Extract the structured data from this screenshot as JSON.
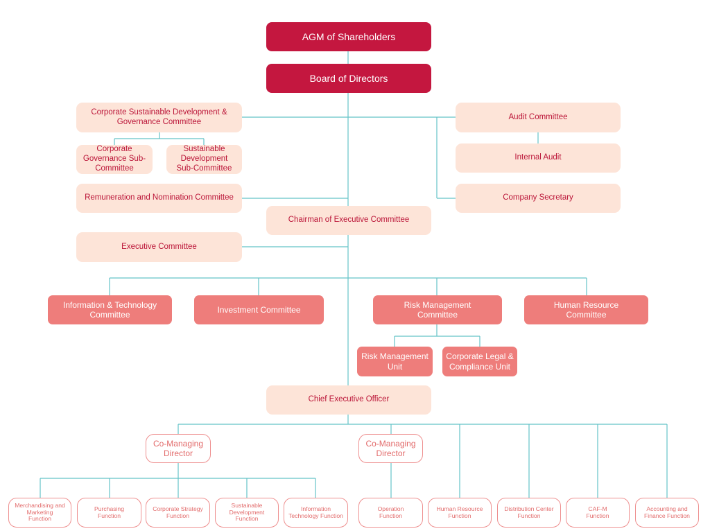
{
  "org": {
    "agm": "AGM of Shareholders",
    "board": "Board of Directors",
    "csdg": "Corporate Sustainable Development & Governance Committee",
    "cg_sub": "Corporate Governance Sub-Committee",
    "sd_sub": "Sustainable Development Sub-Committee",
    "remuneration": "Remuneration and Nomination Committee",
    "audit_committee": "Audit Committee",
    "internal_audit": "Internal Audit",
    "company_secretary": "Company Secretary",
    "chairman_exec": "Chairman of Executive Committee",
    "exec_committee": "Executive Committee",
    "it_committee": "Information & Technology Committee",
    "investment_committee": "Investment Committee",
    "risk_committee": "Risk Management Committee",
    "hr_committee": "Human Resource Committee",
    "risk_unit": "Risk Management Unit",
    "legal_unit": "Corporate Legal & Compliance Unit",
    "ceo": "Chief Executive Officer",
    "co_md_1": "Co-Managing Director",
    "co_md_2": "Co-Managing Director",
    "fn_merch": "Merchandising and Marketing Function",
    "fn_purchasing": "Purchasing Function",
    "fn_strategy": "Corporate Strategy Function",
    "fn_sustain": "Sustainable Development Function",
    "fn_it": "Information Technology Function",
    "fn_operation": "Operation Function",
    "fn_hr": "Human Resource Function",
    "fn_dc": "Distribution Center Function",
    "fn_cafm": "CAF-M Function",
    "fn_accounting": "Accounting and Finance Function"
  },
  "colors": {
    "dark_box": "#c4173f",
    "light_box": "#fde4d8",
    "pink_box": "#ee7d7b",
    "outline_text": "#e26a6a",
    "connector": "#64c3c8"
  }
}
